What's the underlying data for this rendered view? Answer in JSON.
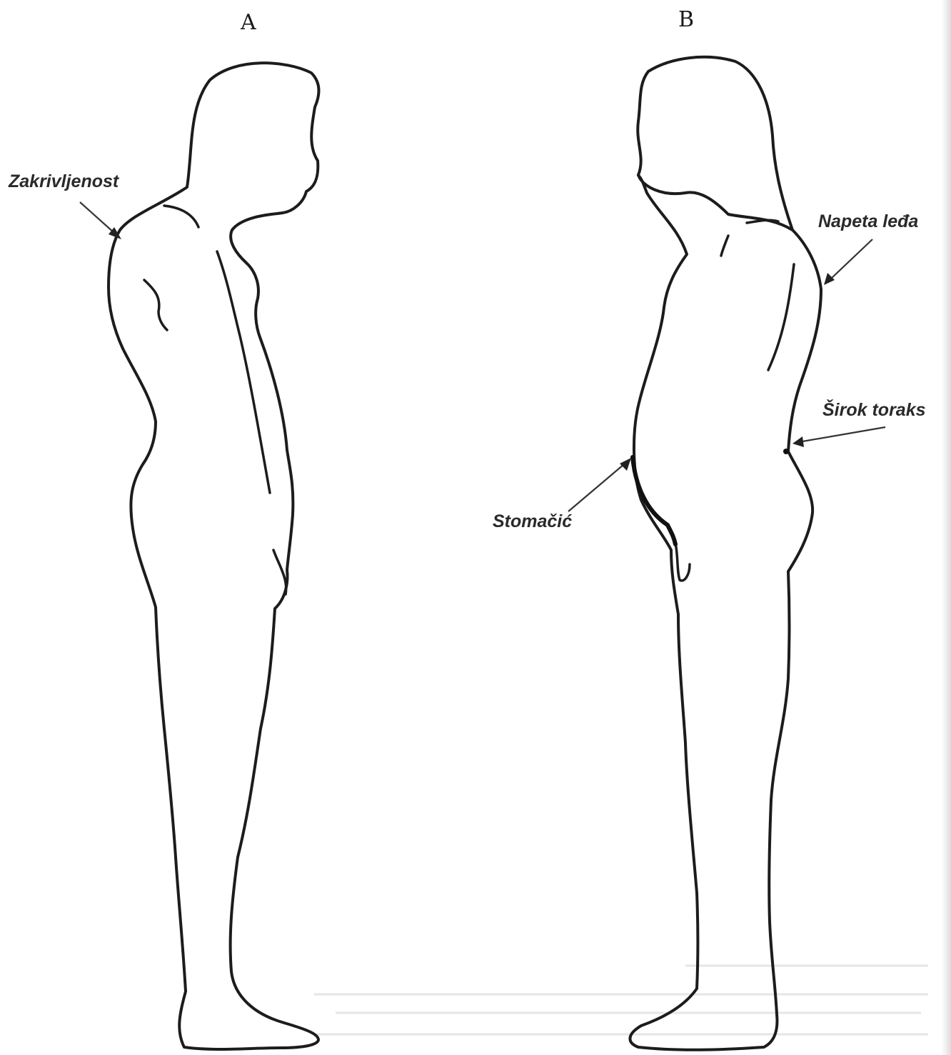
{
  "panels": {
    "a": {
      "label": "A"
    },
    "b": {
      "label": "B"
    }
  },
  "callouts": {
    "zakrivljenost": "Zakrivljenost",
    "napeta_leda": "Napeta leđa",
    "sirok_toraks": "Širok toraks",
    "stomacic": "Stomačić"
  }
}
